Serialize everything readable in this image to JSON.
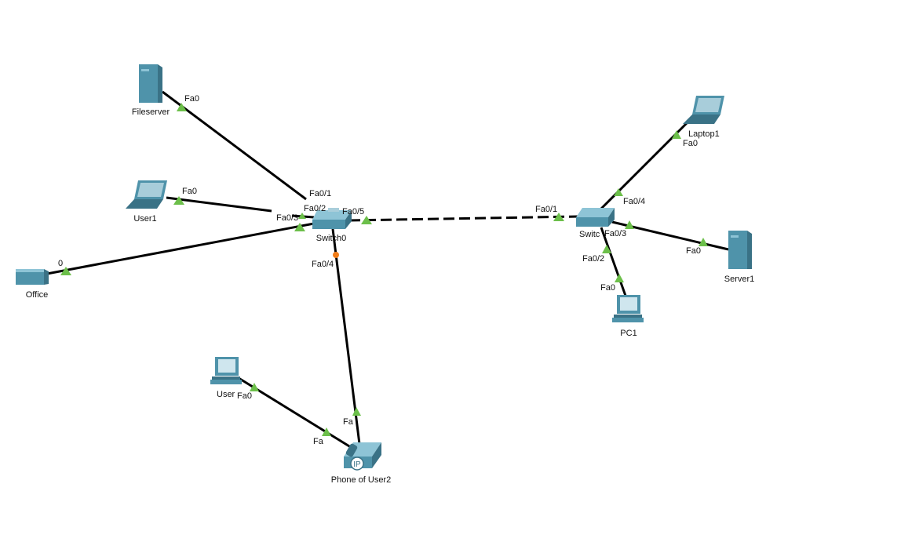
{
  "devices": {
    "fileserver": "Fileserver",
    "user1": "User1",
    "office": "Office",
    "switch0": "Switch0",
    "switch1": "Switc",
    "laptop1": "Laptop1",
    "server1": "Server1",
    "pc1": "PC1",
    "user2": "User",
    "phone": "Phone of User2",
    "phone_badge": "IP"
  },
  "ports": {
    "fileserver_fa0": "Fa0",
    "sw0_fa01": "Fa0/1",
    "user1_fa0": "Fa0",
    "sw0_fa02": "Fa0/2",
    "sw0_fa03": "Fa0/3",
    "office_0": "0",
    "sw0_fa05": "Fa0/5",
    "sw1_fa01": "Fa0/1",
    "sw0_fa04": "Fa0/4",
    "phone_fa_up": "Fa",
    "phone_fa_left": "Fa",
    "user2_fa0": "Fa0",
    "sw1_fa04": "Fa0/4",
    "laptop1_fa0": "Fa0",
    "sw1_fa03": "Fa0/3",
    "server1_fa0": "Fa0",
    "sw1_fa02": "Fa0/2",
    "pc1_fa0": "Fa0"
  },
  "colors": {
    "link_up": "#6cbf4a",
    "link_pending": "#f07d1a",
    "device": "#4f93aa"
  }
}
